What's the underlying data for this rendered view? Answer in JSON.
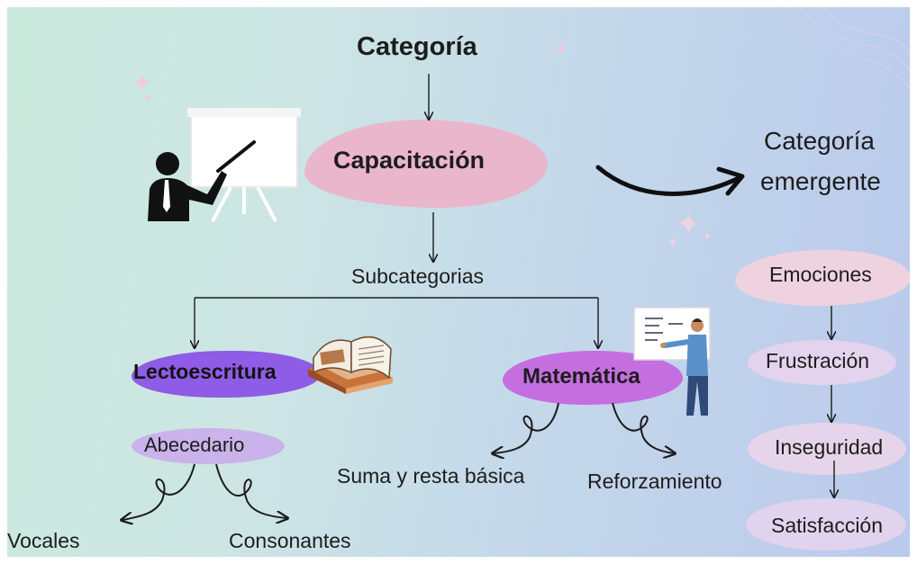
{
  "main": {
    "title": "Categoría",
    "center": "Capacitación",
    "subcategories_label": "Subcategorias"
  },
  "emergent": {
    "title_line1": "Categoría",
    "title_line2": "emergente",
    "items": [
      "Emociones",
      "Frustración",
      "Inseguridad",
      "Satisfacción"
    ]
  },
  "lecto": {
    "label": "Lectoescritura",
    "sub": "Abecedario",
    "leaves": [
      "Vocales",
      "Consonantes"
    ]
  },
  "mate": {
    "label": "Matemática",
    "leaves": [
      "Suma y resta básica",
      "Reforzamiento"
    ]
  },
  "colors": {
    "pink_blob": "#eab6cc",
    "purple_blob": "#8e5ce6",
    "magenta_blob": "#c56ee0",
    "lavender_blob": "#c9b3ea",
    "emergent_blob": "#efd2df"
  },
  "icons": [
    "presenter-icon",
    "books-icon",
    "teacher-icon",
    "curved-arrow-icon"
  ]
}
